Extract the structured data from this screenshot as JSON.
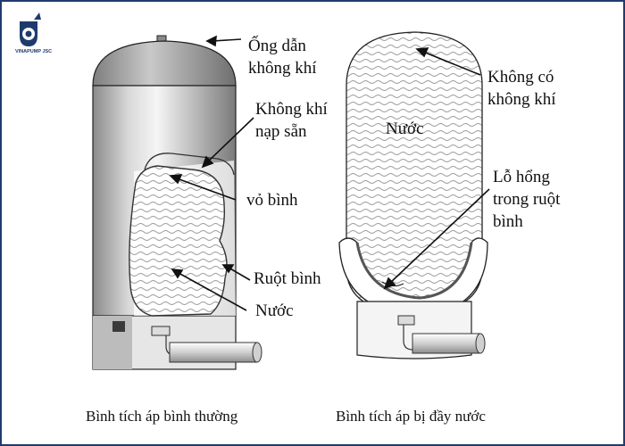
{
  "logo": {
    "text": "VINAPUMP JSC",
    "color": "#1f3b6e"
  },
  "left_tank": {
    "caption": "Bình tích áp bình thường",
    "labels": {
      "air_tube": [
        "Ống dẫn",
        "không khí"
      ],
      "precharged_air": [
        "Không khí",
        "nạp sẵn"
      ],
      "shell": "vỏ bình",
      "bladder": "Ruột bình",
      "water": "Nước"
    }
  },
  "right_tank": {
    "caption": "Bình tích áp bị đầy nước",
    "labels": {
      "water": "Nước",
      "no_air": [
        "Không có",
        "không khí"
      ],
      "bladder_hole": [
        "Lỗ hổng",
        "trong ruột",
        "bình"
      ]
    }
  },
  "colors": {
    "tank_light": "#f2f2f2",
    "tank_mid": "#b5b5b5",
    "tank_dark": "#6e6e6e",
    "wave": "#9a9a9a",
    "outline": "#222222"
  }
}
